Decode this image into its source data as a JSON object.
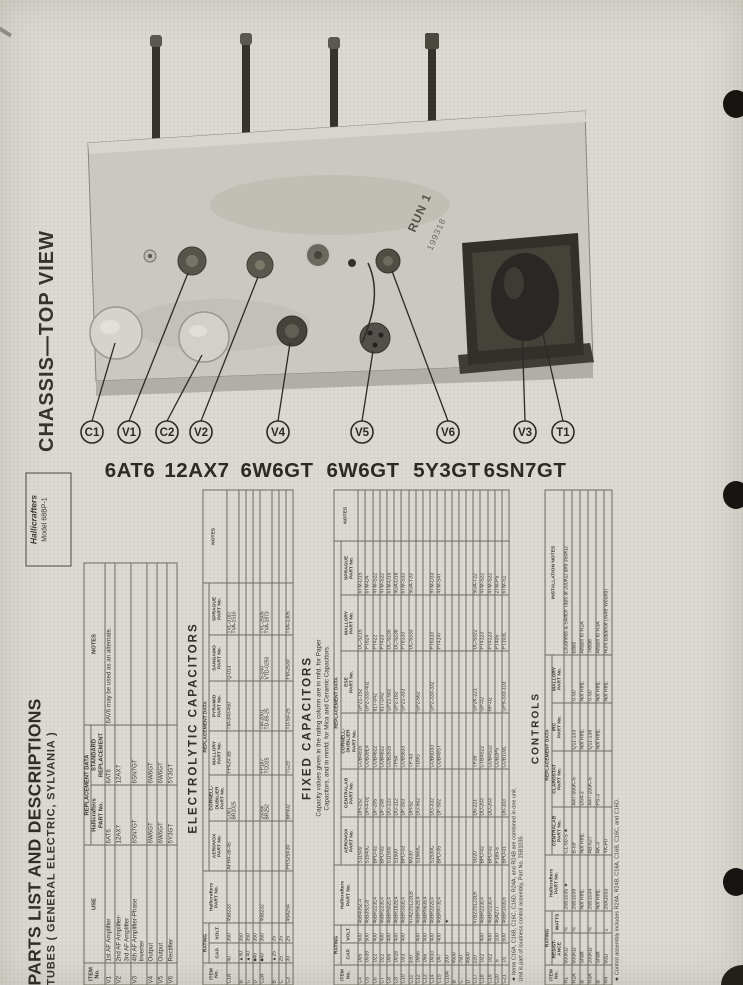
{
  "colors": {
    "paper": "#d9d7d0",
    "ink": "#3a382f"
  },
  "photo": {
    "side_title": "CHASSIS—TOP VIEW",
    "labels": [
      "C1",
      "V1",
      "C2",
      "V2",
      "V4",
      "V5",
      "V6",
      "V3",
      "T1"
    ],
    "tube_names": [
      "6AT6",
      "12AX7",
      "6W6GT",
      "6W6GT",
      "5Y3GT",
      "6SN7GT"
    ],
    "stamp_line1": "RUN 1",
    "stamp_line2": "199318"
  },
  "model_box": {
    "line1": "Hallicrafters",
    "line2": "Model 68BP-1"
  },
  "titles": {
    "main": "PARTS LIST AND DESCRIPTIONS",
    "sub": "TUBES ( GENERAL ELECTRIC, SYLVANIA )"
  },
  "tubes_table": {
    "headers": {
      "item": "ITEM\nNo.",
      "use": "USE",
      "group": "REPLACEMENT DATA",
      "hall": "Hallicrafters\nPART No.",
      "std": "STANDARD\nREPLACEMENT",
      "notes": "NOTES"
    },
    "rows": [
      [
        "V1",
        "1st AF Amplifier",
        "6AT6",
        "6AT6",
        "6AV6 may be used as an alternate."
      ],
      [
        "V2",
        "2nd AF Amplifier-\n3rd AF Amplifier",
        "12AX7",
        "12AX7",
        ""
      ],
      [
        "V3",
        "4th AF Amplifier-Phase\nInverter",
        "6SN7GT",
        "6SN7GT",
        ""
      ],
      [
        "V4",
        "Output",
        "6W6GT",
        "6W6GT",
        ""
      ],
      [
        "V5",
        "Output",
        "6W6GT",
        "6W6GT",
        ""
      ],
      [
        "V6",
        "Rectifier",
        "5Y3GT",
        "5Y3GT",
        ""
      ]
    ]
  },
  "electrolytic": {
    "title": "ELECTROLYTIC CAPACITORS",
    "headers": {
      "item": "ITEM\nNo.",
      "rating": "RATING",
      "cap": "CAP.",
      "volt": "VOLT.",
      "hall": "Hallicrafters\nPART No.",
      "group": "REPLACEMENT DATA",
      "aerovox": "AEROVOX\nPART No.",
      "cornell": "CORNELL-\nDUBILIER\nPART No.",
      "mallory": "MALLORY\nPART No.",
      "pyramid": "PYRAMID\nPART No.",
      "sangamo": "SANGAMO\nPART No.",
      "sprague": "SPRAGUE\nPART No.",
      "notes": "NOTES"
    },
    "rows": [
      [
        "C1A",
        "40",
        "350",
        "45B233",
        "AFH4-38-45",
        "C081\nBR2025",
        "FP420.3B",
        "TM-340-450",
        "Q-013",
        "TVL-3787\nTVA-1516",
        ""
      ],
      [
        "B",
        "▲40",
        "350",
        "",
        "",
        "",
        "",
        "",
        "",
        "",
        ""
      ],
      [
        "C",
        "▲40",
        "350",
        "",
        "",
        "",
        "",
        "",
        "",
        "",
        ""
      ],
      [
        "D",
        "■40",
        "350",
        "",
        "",
        "",
        "",
        "",
        "",
        "",
        ""
      ],
      [
        "C2A",
        "■40",
        "350",
        "45B232",
        "",
        "15056\nBR252",
        "FP187\nTCD25",
        "TM-2001\nTD-85-25",
        "S-140\nVTD-0250",
        "TVL-2505\nTVA-1873",
        ""
      ],
      [
        "B",
        "▲25",
        "25",
        "",
        "",
        "",
        "",
        "",
        "",
        "",
        ""
      ],
      [
        "C",
        "25",
        "25",
        "",
        "",
        "",
        "",
        "",
        "",
        "",
        ""
      ],
      [
        "C3",
        "30",
        "25",
        "45A254",
        "PRS25V30",
        "BR502",
        "TC29",
        "TD-50-25",
        "FM-2530",
        "TVA-1305",
        ""
      ]
    ]
  },
  "fixed": {
    "title": "FIXED CAPACITORS",
    "note": "Capacity values given in the rating column are in mfd. for Paper\nCapacitors, and in mmfd. for Mica and Ceramic Capacitors.",
    "headers": {
      "item": "ITEM\nNo.",
      "rating": "RATING",
      "cap": "CAP.",
      "volt": "VOLT.",
      "hall": "Hallicrafters\nPART No.",
      "group": "REPLACEMENT DATA",
      "aerovox": "AEROVOX\nPART No.",
      "centralab": "CENTRALAB\nPART No.",
      "cornell": "CORNELL-\nDUBILIER\nPART No.",
      "ese": "ESE\nPART No.",
      "mallory": "MALLORY\nPART No.",
      "sprague": "SPRAGUE\nPART No.",
      "notes": "NOTES"
    },
    "rows": [
      [
        "C4",
        ".005",
        "500",
        "46B4052-4",
        "S11500",
        "DH-152",
        "CUB4915",
        "GP21-152",
        "UC-5215",
        "6TM-D15",
        ""
      ],
      [
        "C5",
        ".0039",
        "500",
        "46B392C8",
        "S1540C",
        "DH-4-02",
        "CUB39E4",
        "GP2-333-402",
        "PT824",
        "6TM-D4",
        ""
      ],
      [
        "C6",
        ".022",
        "400",
        "46BR223L4",
        "BPD-02",
        "DF-205",
        "CUB4822",
        "817-042",
        "PT422",
        "4TM-S22",
        ""
      ],
      [
        "C7",
        ".022",
        "400",
        "46BR223L4",
        "BPD-02",
        "DF-208",
        "CUB4822",
        "817-D42",
        "PT423",
        "4TM-S22",
        ""
      ],
      [
        "C8",
        ".005",
        "400",
        "46BR502L4",
        "S11500",
        "DG-122",
        "CUB2515",
        "GP21-502",
        "UC-5235",
        "6TM-D15",
        ""
      ],
      [
        "C9",
        ".0018",
        "400",
        "46BR182E4",
        "S1500",
        "DG-112",
        "TP54",
        "GP2-182",
        "UC-5238",
        "5GA-D18",
        ""
      ],
      [
        "C10",
        ".033",
        "400",
        "46BR333L4",
        "BPD-03",
        "DF-303",
        "CUB5833",
        "GP21-333",
        "PT8133",
        "6TM-S33",
        ""
      ],
      [
        "C11",
        "330",
        "",
        "47A22S123LB",
        "M330",
        "DH-52",
        "TP-43",
        "",
        "UC-5333",
        "5GA-T33",
        ""
      ],
      [
        "C12",
        ".0056",
        "400",
        "46BR562E4",
        "S1560C",
        "DG-562",
        "TD9G",
        "GP2-562",
        "",
        "",
        ""
      ],
      [
        "C13",
        ".056",
        "400",
        "46BR563E4",
        "",
        "",
        "",
        "",
        "",
        "",
        ""
      ],
      [
        "C14",
        ".0033",
        "400",
        "46BR332L4",
        "S1530C",
        "DG-332",
        "CUB6D33",
        "GP2-333-332",
        "PT6333",
        "9TM-D33",
        ""
      ],
      [
        "C15",
        ".047",
        "400",
        "46BR473L4",
        "BPD-05",
        "DF-502",
        "CUB49ST",
        "",
        "PT4147",
        "4TM-S4T",
        ""
      ],
      [
        "C16A",
        "200",
        "",
        "★",
        "",
        "",
        "",
        "",
        "",
        "",
        ""
      ],
      [
        "B",
        "4500",
        "",
        "",
        "",
        "",
        "",
        "",
        "",
        "",
        ""
      ],
      [
        "C",
        "750",
        "",
        "",
        "",
        "",
        "",
        "",
        "",
        "",
        ""
      ],
      [
        "D",
        "4500",
        "",
        "",
        "",
        "",
        "",
        "",
        "",
        "",
        ""
      ],
      [
        "C17",
        "220",
        "",
        "47B22S123LK",
        "SU20",
        "D6-221",
        "TP39",
        "GP2K-221",
        "UC-5322",
        "5GA-T22",
        ""
      ],
      [
        "C18",
        ".022",
        "400",
        "46BR223L4",
        "BPD-02",
        "DD-203",
        "CTB4S22",
        "GP-02",
        "PT4123",
        "4TM-S22",
        ""
      ],
      [
        "C19",
        ".022",
        "400",
        "46BR223L4",
        "BPD-02",
        "DD-203",
        "CUB4S22",
        "RP-02",
        "PT4123",
        "4TM-S22",
        ""
      ],
      [
        "C20",
        ".5",
        "100",
        "46A277",
        "P185-5",
        "",
        "CUB2P5",
        "",
        "PT405",
        "2TM-P5",
        ""
      ],
      [
        "C21",
        ".01",
        "600",
        "46BR103L6",
        "BPD-01",
        "D6-103",
        "CUB103L",
        "GP9-333-103",
        "PT103L",
        "6TM-S1",
        ""
      ]
    ],
    "footnote": "★ Items C16A, C16B, C16C, C16D, R24A, and R24B are combined in one unit.\nUnit is part of loudness control assembly, Part No. 25B1035."
  },
  "controls": {
    "title": "CONTROLS",
    "headers": {
      "item": "ITEM\nNo.",
      "rating": "RATING",
      "resist": "RESIST-\nANCE",
      "watts": "WATTS",
      "hall": "Hallicrafters\nPART No.",
      "group": "REPLACEMENT DATA",
      "centralab": "CENTRALAB\nPART No.",
      "clarostat": "CLAROSTAT\nPART No.",
      "irc": "IRC\nPART No.",
      "mallory": "MALLORY\nPART No.",
      "install": "INSTALLATION NOTES"
    },
    "rows": [
      [
        "R1",
        "500KΩ",
        "½",
        "25B1035 ★",
        "C1-50-S ★",
        "",
        "",
        "",
        "Loudness & Switch Taps at 200KΩ and 350KΩ"
      ],
      [
        "R2A",
        "500KΩ",
        "½",
        "25B1039",
        "B-59",
        "A47-500K-S",
        "Q11-133",
        "U-50",
        "Bass"
      ],
      [
        "B",
        "Shaft",
        "",
        "Not Req.",
        "Not Req.",
        "D54-3",
        "Not Req.",
        "Not Req.",
        "Attach to R2A"
      ],
      [
        "R3A",
        "100KΩ",
        "½",
        "25B1034",
        "AB-627",
        "A47-100K-S",
        "Q11-138",
        "U-50",
        "Treble"
      ],
      [
        "B",
        "Shaft",
        "",
        "Not Req.",
        "AK-3",
        "PS-3",
        "Not Req.",
        "Not Req.",
        "Attach to R3A"
      ],
      [
        "R4",
        "50Ω",
        "1",
        "25A1033",
        "YK-H7",
        "",
        "",
        "Not Req.",
        "Hum Balance (Wire Wound)"
      ]
    ],
    "footnote": "★ Control assembly includes R24A, R24B, C16A, C16B, C16C, and C16D."
  }
}
